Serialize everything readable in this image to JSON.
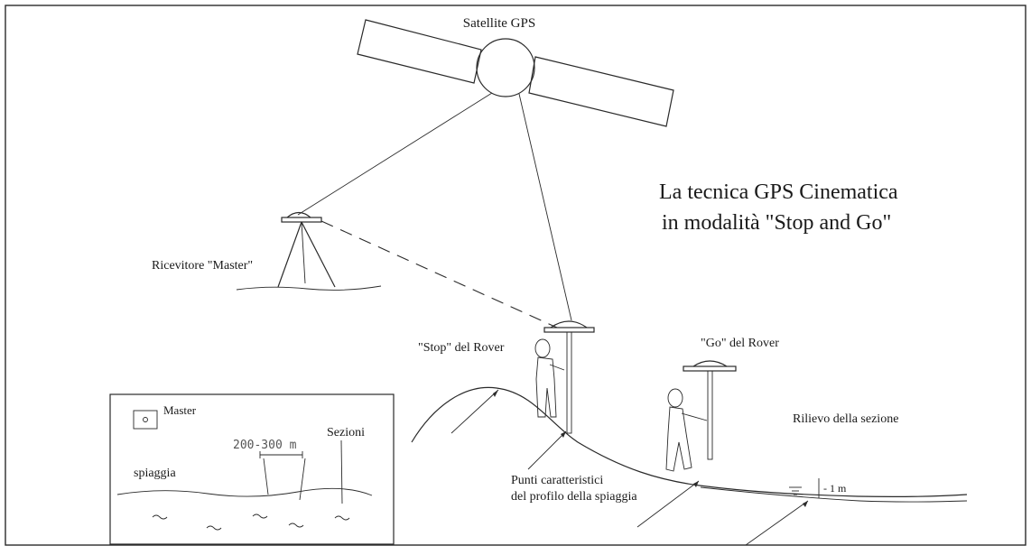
{
  "diagram": {
    "title_line1": "La tecnica GPS Cinematica",
    "title_line2": "in modalità \"Stop and Go\"",
    "satellite_label": "Satellite GPS",
    "master_receiver_label": "Ricevitore \"Master\"",
    "rover_stop_label": "\"Stop\" del Rover",
    "rover_go_label": "\"Go\" del Rover",
    "section_survey_label": "Rilievo della sezione",
    "profile_points_line1": "Punti caratteristici",
    "profile_points_line2": "del profilo della spiaggia",
    "depth_label": "- 1 m"
  },
  "inset": {
    "master_label": "Master",
    "distance_label": "200-300 m",
    "sections_label": "Sezioni",
    "beach_label": "spiaggia"
  }
}
